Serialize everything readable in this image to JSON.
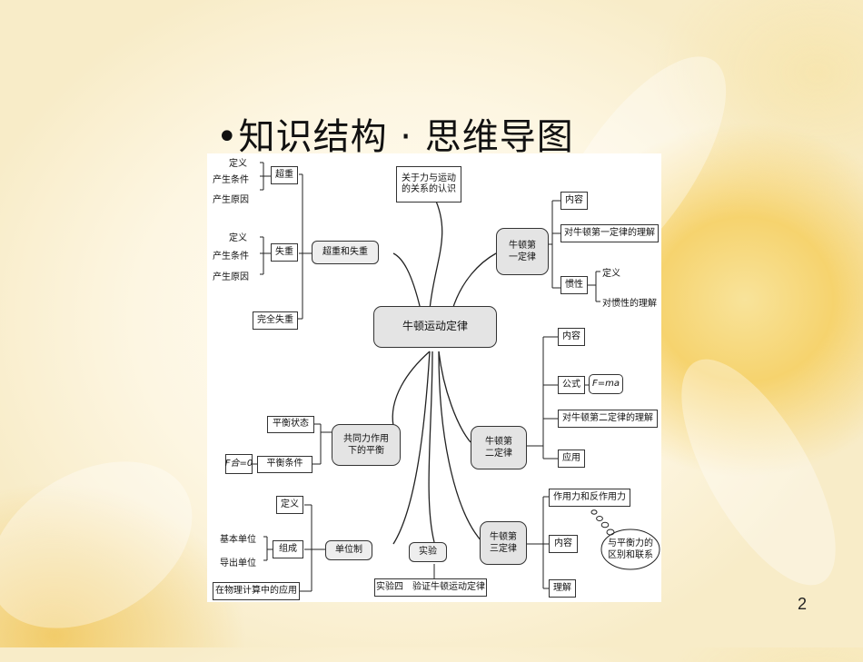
{
  "slide": {
    "title": "•知识结构 · 思维导图",
    "page_number": "2"
  },
  "mindmap": {
    "center": "牛顿运动定律",
    "top_node": "关于力与运动\n的关系的认识",
    "overweight": {
      "node": "超重和失重",
      "chaozhong": "超重",
      "chaozhong_items": [
        "定义",
        "产生条件",
        "产生原因"
      ],
      "shizhong": "失重",
      "shizhong_items": [
        "定义",
        "产生条件",
        "产生原因"
      ],
      "complete": "完全失重"
    },
    "first_law": {
      "node": "牛顿第\n一定律",
      "content": "内容",
      "understanding": "对牛顿第一定律的理解",
      "inertia": "惯性",
      "inertia_items": [
        "定义",
        "对惯性的理解"
      ]
    },
    "second_law": {
      "node": "牛顿第\n二定律",
      "content": "内容",
      "formula": "公式",
      "formula_value": "F=ma",
      "understanding": "对牛顿第二定律的理解",
      "application": "应用"
    },
    "equilibrium": {
      "node": "共同力作用\n下的平衡",
      "state": "平衡状态",
      "condition": "平衡条件",
      "condition_formula": "F合=0"
    },
    "units": {
      "node": "单位制",
      "definition": "定义",
      "composition": "组成",
      "composition_items": [
        "基本单位",
        "导出单位"
      ],
      "application": "在物理计算中的应用"
    },
    "experiment": {
      "node": "实验",
      "item": "实验四　验证牛顿运动定律"
    },
    "third_law": {
      "node": "牛顿第\n三定律",
      "action": "作用力和反作用力",
      "content": "内容",
      "difference": "与平衡力的\n区别和联系",
      "understanding": "理解"
    }
  }
}
